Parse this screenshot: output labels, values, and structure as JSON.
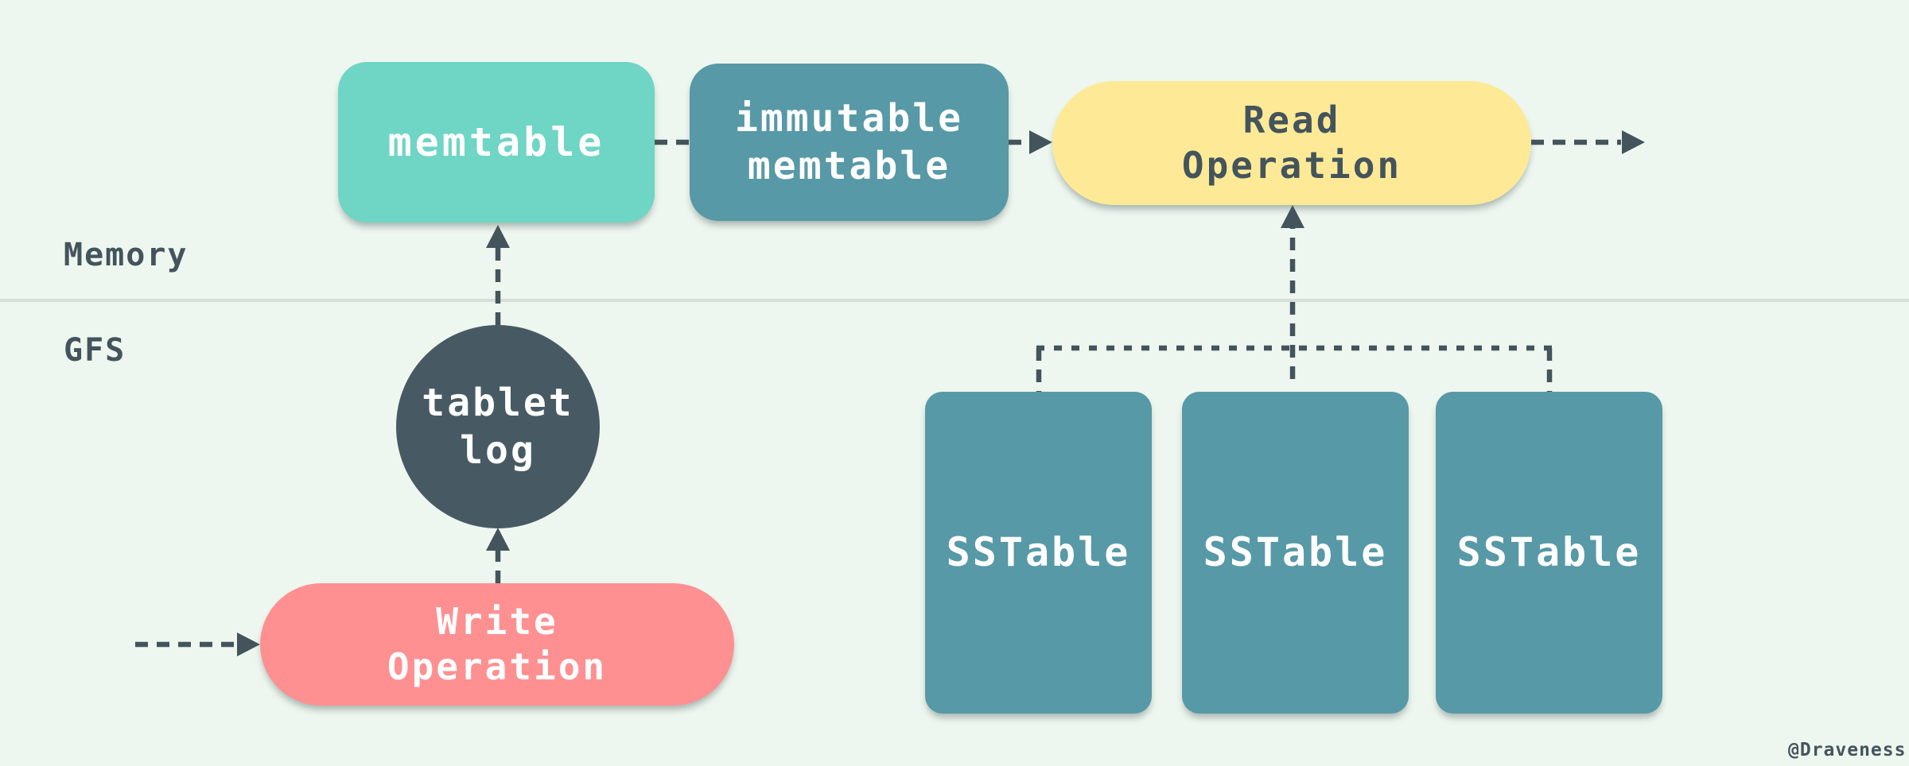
{
  "diagram": {
    "zones": {
      "memory_label": "Memory",
      "gfs_label": "GFS"
    },
    "nodes": {
      "memtable": {
        "label": "memtable",
        "color": "#6fd5c5",
        "text_color": "#ffffff",
        "shape": "rounded-rect"
      },
      "immutable_memtable": {
        "label": "immutable\nmemtable",
        "color": "#5799a6",
        "text_color": "#ffffff",
        "shape": "rounded-rect"
      },
      "read_operation": {
        "label": "Read\nOperation",
        "color": "#feea96",
        "text_color": "#44545c",
        "shape": "pill"
      },
      "tablet_log": {
        "label": "tablet\nlog",
        "color": "#475a64",
        "text_color": "#ffffff",
        "shape": "circle"
      },
      "write_operation": {
        "label": "Write\nOperation",
        "color": "#fe9092",
        "text_color": "#ffffff",
        "shape": "pill"
      },
      "sstables": [
        {
          "label": "SSTable",
          "color": "#5799a6",
          "text_color": "#ffffff",
          "shape": "rounded-rect"
        },
        {
          "label": "SSTable",
          "color": "#5799a6",
          "text_color": "#ffffff",
          "shape": "rounded-rect"
        },
        {
          "label": "SSTable",
          "color": "#5799a6",
          "text_color": "#ffffff",
          "shape": "rounded-rect"
        }
      ]
    },
    "edges": [
      "memtable -> immutable memtable (dashed)",
      "immutable memtable -> Read Operation (dashed arrow)",
      "Read Operation -> out right (dashed arrow)",
      "tablet log -> memtable (dashed arrow up)",
      "Write Operation -> tablet log (dashed arrow up)",
      "in left -> Write Operation (dashed arrow)",
      "SSTables -> Read Operation (dashed arrow up via connector)"
    ],
    "credit": "@Draveness",
    "colors": {
      "background": "#eef7ef",
      "divider": "#d8ded8",
      "arrow": "#44545c",
      "label_text": "#44545c"
    }
  }
}
